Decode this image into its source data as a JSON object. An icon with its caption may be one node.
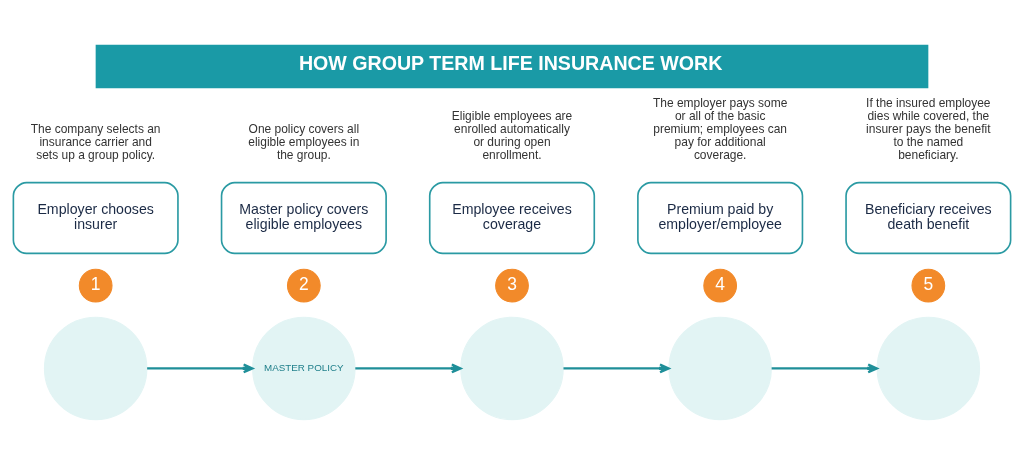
{
  "diagram": {
    "title": "HOW GROUP TERM LIFE INSURANCE WORK",
    "nodes": [
      {
        "text": [],
        "shape": "circle"
      },
      {
        "text": [
          "1"
        ]
      },
      {
        "text": [
          "Employer chooses insurer"
        ],
        "beside": [
          "The company selects an insurance carrier and sets up a group policy."
        ]
      },
      {
        "text": [
          "MASTER POLICY"
        ]
      },
      {
        "text": [
          "2"
        ]
      },
      {
        "text": [
          "Master policy covers eligible employees"
        ],
        "beside": [
          "One policy covers all eligible employees in the group."
        ]
      },
      {
        "text": [],
        "shape": "circle"
      },
      {
        "text": [
          "3"
        ]
      },
      {
        "text": [
          "Employee receives coverage"
        ],
        "beside": [
          "Eligible employees are enrolled automatically or during open enrollment."
        ]
      },
      {
        "text": [],
        "shape": "circle"
      },
      {
        "text": [
          "4"
        ]
      },
      {
        "text": [
          "Premium paid by employer/employee"
        ],
        "beside": [
          "The employer pays some or all of the basic premium; employees can pay for additional coverage."
        ]
      },
      {
        "text": [],
        "shape": "circle"
      },
      {
        "text": [
          "5"
        ]
      },
      {
        "text": [
          "Beneficiary receives death benefit"
        ],
        "beside": [
          "If the insured employee dies while covered, the insurer pays the benefit to the named beneficiary."
        ]
      }
    ],
    "edges": [
      {
        "from": 0,
        "to": 3,
        "arrow": "to"
      },
      {
        "from": 3,
        "to": 6,
        "arrow": "to"
      },
      {
        "from": 6,
        "to": 9,
        "arrow": "to"
      },
      {
        "from": 9,
        "to": 12,
        "arrow": "to"
      }
    ]
  }
}
